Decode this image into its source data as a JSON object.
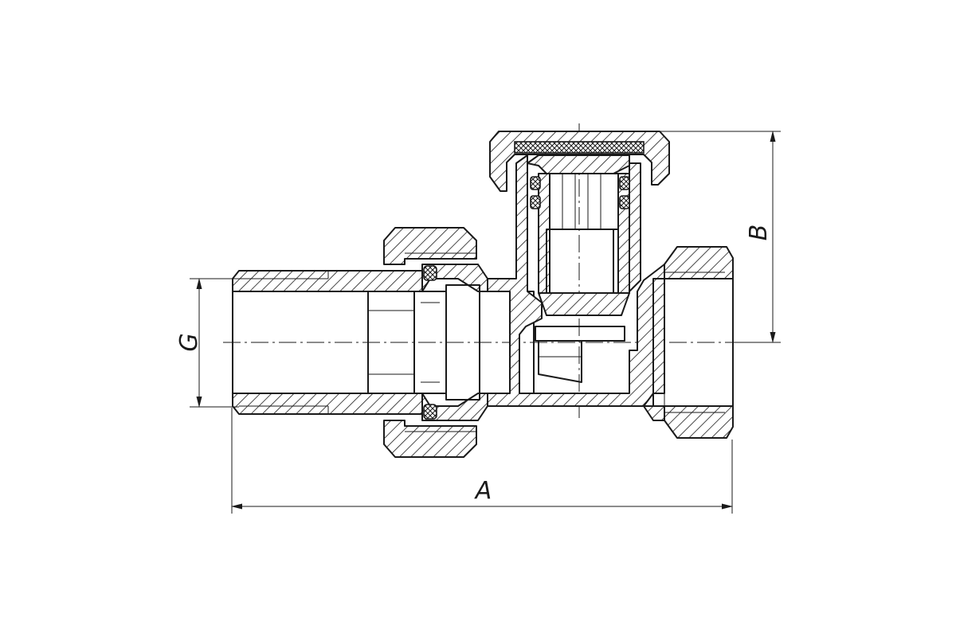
{
  "figure": {
    "dimension_labels": {
      "length": "A",
      "height": "B",
      "thread": "G"
    }
  }
}
